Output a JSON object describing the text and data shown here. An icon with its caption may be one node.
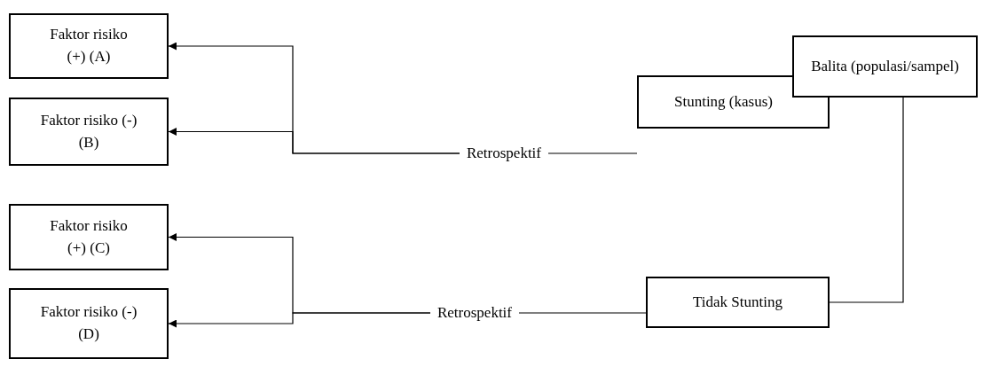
{
  "diagram": {
    "nodes": [
      {
        "text": [
          "Faktor risiko (+) (A)"
        ]
      },
      {
        "text": [
          "Faktor risiko (-) (B)"
        ]
      },
      {
        "text": [
          "Faktor risiko (+) (C)"
        ]
      },
      {
        "text": [
          "Faktor risiko (-) (D)"
        ]
      },
      {
        "text": [
          "Retrospektif"
        ]
      },
      {
        "text": [
          "Stunting (kasus)"
        ]
      },
      {
        "text": [
          "Balita (populasi/sampel)"
        ]
      },
      {
        "text": [
          "Retrospektif"
        ]
      },
      {
        "text": [
          "Tidak Stunting"
        ]
      }
    ],
    "edges": [
      {
        "from": 4,
        "to": 0,
        "arrow": "to"
      },
      {
        "from": 4,
        "to": 1,
        "arrow": "to"
      },
      {
        "from": 7,
        "to": 2,
        "arrow": "to"
      },
      {
        "from": 7,
        "to": 3,
        "arrow": "to"
      },
      {
        "from": 5,
        "to": 4,
        "arrow": "none"
      },
      {
        "from": 8,
        "to": 7,
        "arrow": "none"
      },
      {
        "from": 6,
        "to": 8,
        "arrow": "none"
      }
    ]
  }
}
